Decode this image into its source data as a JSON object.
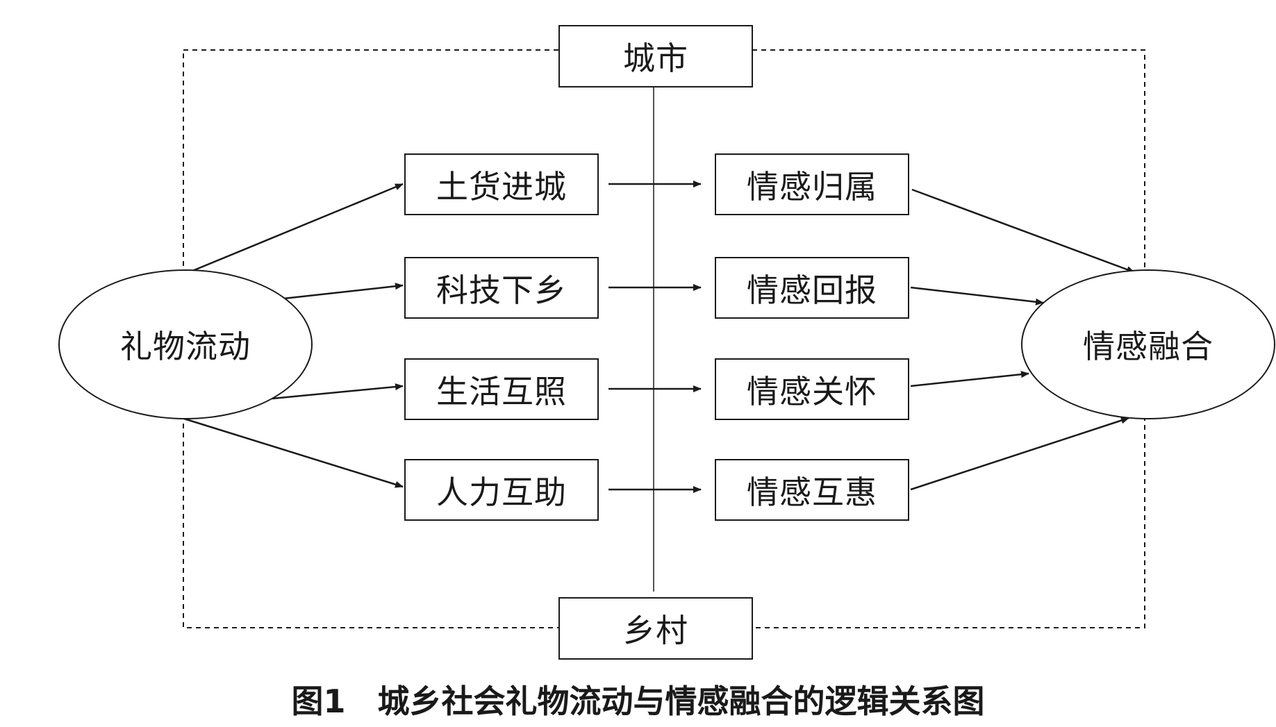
{
  "diagram": {
    "city_label": "城市",
    "village_label": "乡村",
    "source_label": "礼物流动",
    "target_label": "情感融合",
    "forms": [
      "土货进城",
      "科技下乡",
      "生活互照",
      "人力互助"
    ],
    "emotions": [
      "情感归属",
      "情感回报",
      "情感关怀",
      "情感互惠"
    ]
  },
  "caption": "图1　城乡社会礼物流动与情感融合的逻辑关系图"
}
